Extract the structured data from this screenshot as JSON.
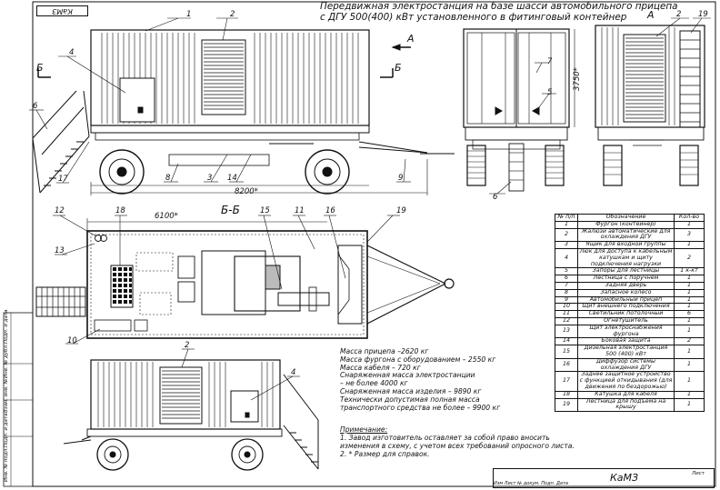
{
  "stamp": "КаМЗ",
  "title": {
    "line1": "Передвижная электростанция на базе шасси автомобильного прицепа",
    "line2": "с ДГУ 500(400) кВт установленного в фитинговый контейнер"
  },
  "views": {
    "section_label": "Б-Б",
    "view_a_label": "А",
    "arrow_a": "А",
    "arrow_b1": "Б",
    "arrow_b2": "Б"
  },
  "dimensions": {
    "overall_length": "8200*",
    "inner_length": "6100*",
    "height": "3750*"
  },
  "callouts": [
    "1",
    "2",
    "3",
    "4",
    "5",
    "6",
    "7",
    "8",
    "9",
    "10",
    "11",
    "12",
    "13",
    "14",
    "15",
    "16",
    "17",
    "18",
    "19"
  ],
  "specs": [
    "Масса прицепа –2620 кг",
    "Масса фургона с оборудованием – 2550 кг",
    "Масса кабеля – 720 кг",
    "Снаряженная масса электростанции",
    "– не более 4000 кг",
    "Снаряженная масса изделия – 9890 кг",
    "Технически допустимая полная масса",
    "транспортного средства не более – 9900  кг"
  ],
  "notes": {
    "header": "Примечание:",
    "lines": [
      "1. Завод изготовитель оставляет за собой право вносить",
      "изменения в схему, с учетом всех требований опросного листа.",
      "2. * Размер для справок."
    ]
  },
  "parts_table": {
    "headers": [
      "№ п/п",
      "Обозначение",
      "Кол-во"
    ],
    "rows": [
      {
        "n": "1",
        "name": "Фургон (контейнер)",
        "qty": "1"
      },
      {
        "n": "2",
        "name": "Жалюзи автоматические для охлаждения ДГУ",
        "qty": "3"
      },
      {
        "n": "3",
        "name": "Ящик для входной группы",
        "qty": "1"
      },
      {
        "n": "4",
        "name": "Люк для доступа к кабельным катушкам и щиту подключения нагрузки",
        "qty": "2"
      },
      {
        "n": "5",
        "name": "Запоры для лестницы",
        "qty": "1 к-кт"
      },
      {
        "n": "6",
        "name": "Лестница с поручнем",
        "qty": "1"
      },
      {
        "n": "7",
        "name": "Задняя дверь",
        "qty": "1"
      },
      {
        "n": "8",
        "name": "Запасное колесо",
        "qty": "1"
      },
      {
        "n": "9",
        "name": "Автомобильный прицеп",
        "qty": "1"
      },
      {
        "n": "10",
        "name": "Щит внешнего подключения",
        "qty": "1"
      },
      {
        "n": "11",
        "name": "Светильник потолочный",
        "qty": "6"
      },
      {
        "n": "12",
        "name": "Огнетушитель",
        "qty": "1"
      },
      {
        "n": "13",
        "name": "Щит электроснабжения фургона",
        "qty": "1"
      },
      {
        "n": "14",
        "name": "Боковая защита",
        "qty": "2"
      },
      {
        "n": "15",
        "name": "Дизельная электростанция 500 (400) кВт",
        "qty": "1"
      },
      {
        "n": "16",
        "name": "Диффузор системы охлаждения ДГУ",
        "qty": "1"
      },
      {
        "n": "17",
        "name": "Заднее защитное устройство с функцией откидывания (для движения по бездорожью)",
        "qty": "1"
      },
      {
        "n": "18",
        "name": "Катушка для кабеля",
        "qty": "1"
      },
      {
        "n": "19",
        "name": "Лестница для подъема на крышу",
        "qty": "1"
      }
    ]
  },
  "title_block": {
    "code": "КаМЗ",
    "sheet": "Лист",
    "cols": "Изм  Лист   № докум.  Подп.   Дата"
  },
  "side_strip": [
    "Инв. № подл.",
    "Подп. и дата",
    "Взам. инв. №",
    "Инв. № дубл.",
    "Подп. и дата"
  ]
}
